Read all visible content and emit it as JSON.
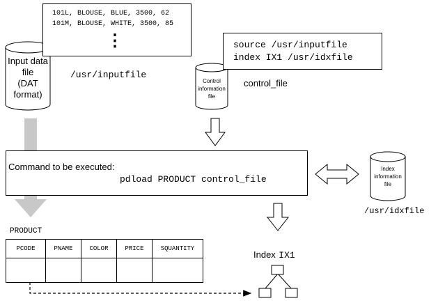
{
  "input_data": {
    "records": [
      "101L, BLOUSE, BLUE, 3500, 62",
      "101M, BLOUSE, WHITE, 3500, 85"
    ],
    "ellipsis": "⋮",
    "cylinder_label": [
      "Input data",
      "file",
      "(DAT",
      "format)"
    ],
    "path": "/usr/inputfile"
  },
  "control": {
    "lines": [
      "source /usr/inputfile",
      "index IX1 /usr/idxfile"
    ],
    "cylinder_label": [
      "Control",
      "information",
      "file"
    ],
    "name": "control_file"
  },
  "command": {
    "heading": "Command to be executed:",
    "text": "pdload PRODUCT control_file"
  },
  "index_file": {
    "cylinder_label": [
      "Index",
      "information",
      "file"
    ],
    "path": "/usr/idxfile"
  },
  "table": {
    "name": "PRODUCT",
    "columns": [
      "PCODE",
      "PNAME",
      "COLOR",
      "PRICE",
      "SQUANTITY"
    ]
  },
  "index": {
    "label": "Index",
    "name": "IX1"
  }
}
